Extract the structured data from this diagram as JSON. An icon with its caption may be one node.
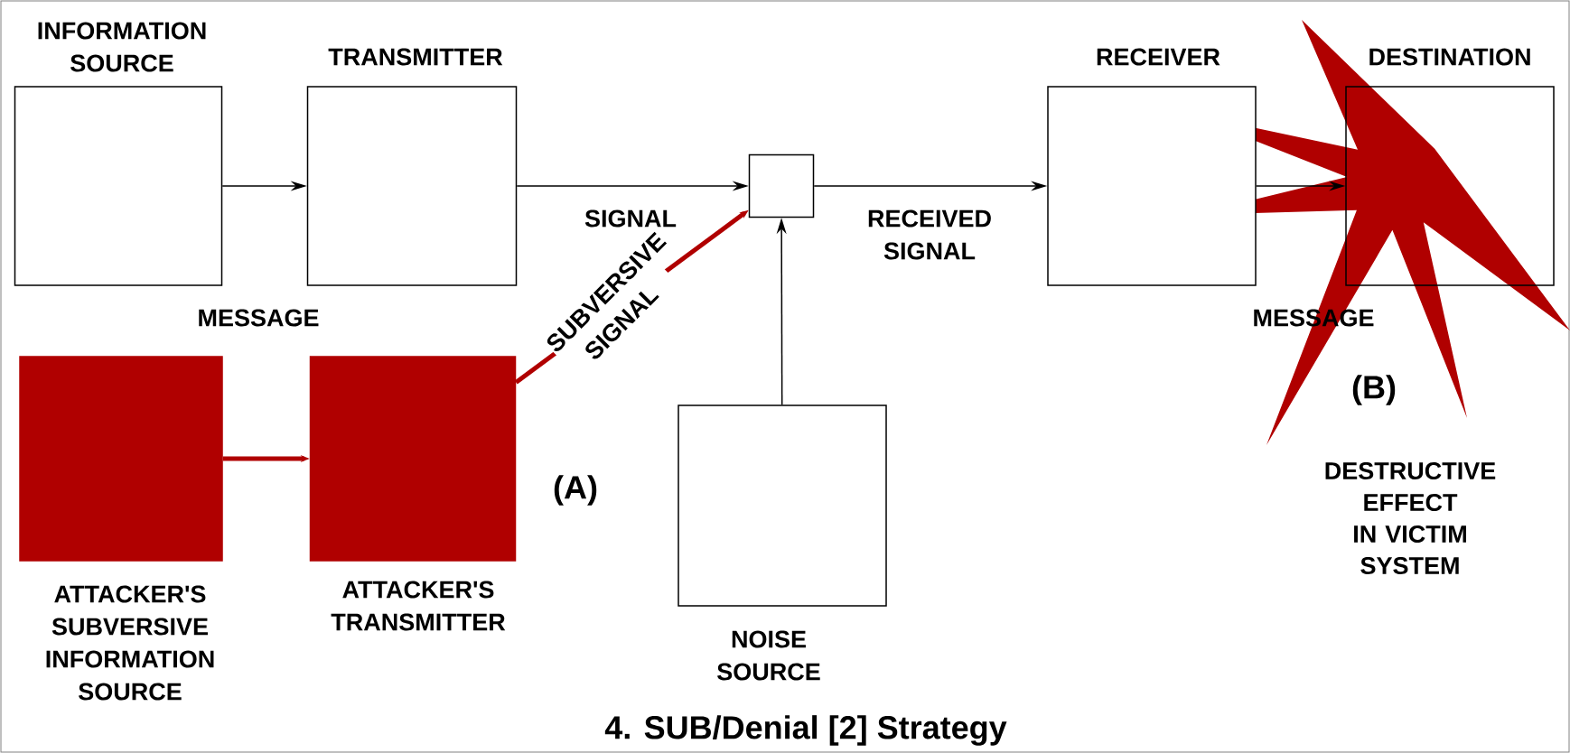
{
  "diagram": {
    "title": "4. SUB/Denial [2] Strategy",
    "nodes": [
      {
        "text": [
          "INFORMATION SOURCE"
        ]
      },
      {
        "text": [
          "TRANSMITTER"
        ]
      },
      {
        "text": [],
        "shape": "box"
      },
      {
        "text": [
          "RECEIVER"
        ]
      },
      {
        "text": [
          "DESTINATION"
        ]
      },
      {
        "text": [
          "ATTACKER'S SUBVERSIVE INFORMATION SOURCE"
        ]
      },
      {
        "text": [
          "ATTACKER'S TRANSMITTER"
        ]
      },
      {
        "text": [
          "NOISE SOURCE"
        ]
      }
    ],
    "edges": [
      {
        "from": 0,
        "to": 1,
        "arrow": "to"
      },
      {
        "from": 1,
        "to": 2,
        "arrow": "to",
        "label": "SIGNAL"
      },
      {
        "from": 2,
        "to": 3,
        "arrow": "to",
        "label": "RECEIVED SIGNAL"
      },
      {
        "from": 3,
        "to": 4,
        "arrow": "to"
      },
      {
        "from": 5,
        "to": 6,
        "arrow": "to",
        "style": "thick",
        "color": "#b00000"
      },
      {
        "from": 6,
        "to": 2,
        "arrow": "to",
        "style": "thick",
        "color": "#b00000",
        "label": "SUBVERSIVE SIGNAL"
      },
      {
        "from": 7,
        "to": 2,
        "arrow": "to"
      }
    ],
    "labels": [
      "MESSAGE",
      "MESSAGE",
      "(B)",
      "(A)",
      "DESTRUCTIVE EFFECT IN VICTIM SYSTEM"
    ]
  }
}
